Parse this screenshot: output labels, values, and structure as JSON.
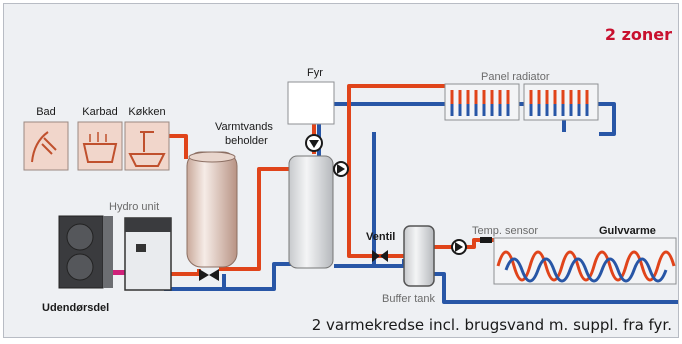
{
  "title": "2 zoner",
  "caption": "2 varmekredse incl. brugsvand m. suppl. fra fyr.",
  "labels": {
    "bad": "Bad",
    "karbad": "Karbad",
    "kokken": "Køkken",
    "varmtvand_line1": "Varmtvands",
    "varmtvand_line2": "beholder",
    "fyr": "Fyr",
    "panel_radiator": "Panel radiator",
    "hydro_unit": "Hydro unit",
    "udendorsdel": "Udendørsdel",
    "ventil": "Ventil",
    "temp_sensor": "Temp. sensor",
    "gulvvarme": "Gulvvarme",
    "buffer_tank": "Buffer tank"
  },
  "colors": {
    "hot": "#e0441a",
    "cold": "#2856a6",
    "title": "#c8102e",
    "background": "#eef0f3"
  },
  "icons": [
    "shower-icon",
    "bathtub-icon",
    "kitchen-sink-icon",
    "pump-icon",
    "valve-icon",
    "temp-sensor-icon",
    "outdoor-unit-icon",
    "hydro-unit-icon",
    "boiler-icon",
    "hot-water-tank-icon",
    "buffer-tank-icon",
    "panel-radiator-icon",
    "floor-heating-icon"
  ]
}
